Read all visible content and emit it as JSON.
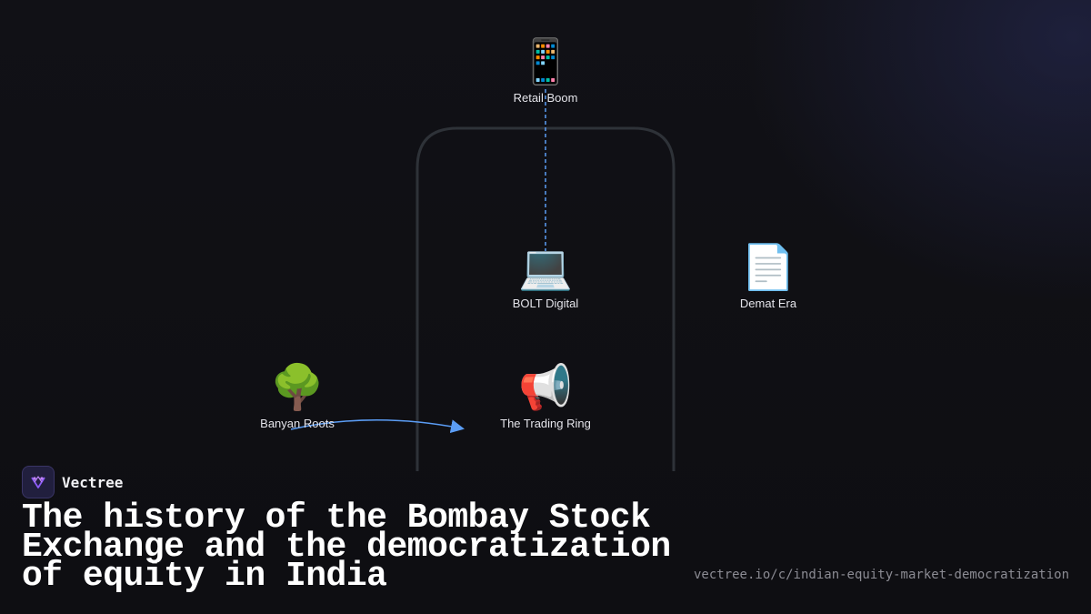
{
  "diagram": {
    "nodes": [
      {
        "id": "retail-boom",
        "icon": "mobile-phone-icon",
        "emoji": "📱",
        "label": "Retail Boom"
      },
      {
        "id": "bolt-digital",
        "icon": "laptop-icon",
        "emoji": "💻",
        "label": "BOLT Digital"
      },
      {
        "id": "demat-era",
        "icon": "document-icon",
        "emoji": "📄",
        "label": "Demat Era"
      },
      {
        "id": "banyan-roots",
        "icon": "tree-icon",
        "emoji": "🌳",
        "label": "Banyan Roots"
      },
      {
        "id": "trading-ring",
        "icon": "megaphone-icon",
        "emoji": "📢",
        "label": "The Trading Ring"
      }
    ],
    "edges": [
      {
        "from": "retail-boom",
        "to": "bolt-digital",
        "style": "dashed"
      },
      {
        "from": "banyan-roots",
        "to": "trading-ring",
        "style": "arrow"
      }
    ],
    "colors": {
      "edge": "#5b9df5",
      "frame": "#2e3238"
    }
  },
  "footer": {
    "brand": "Vectree",
    "title": "The history of the Bombay Stock Exchange and the democratization of equity in India",
    "url": "vectree.io/c/indian-equity-market-democratization"
  }
}
